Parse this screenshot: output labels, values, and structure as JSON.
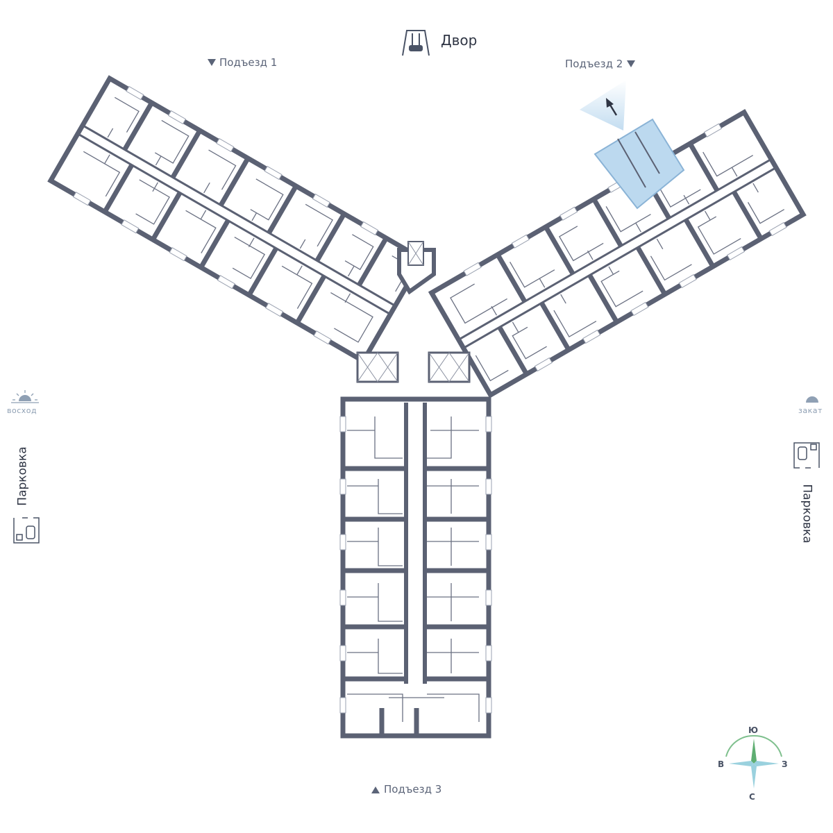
{
  "labels": {
    "yard": "Двор",
    "entrance_1": "Подъезд 1",
    "entrance_2": "Подъезд 2",
    "entrance_3": "Подъезд 3",
    "sunrise": "восход",
    "sunset": "закат",
    "parking_left": "Парковка",
    "parking_right": "Парковка"
  },
  "compass": {
    "north": "Ю",
    "south": "С",
    "west": "В",
    "east": "З"
  },
  "icons": {
    "yard": "swing-icon",
    "sunrise": "sunrise-icon",
    "sunset": "sunset-icon",
    "parking": "parking-icon",
    "view": "view-direction-arrow-icon",
    "compass": "compass-rose-icon"
  },
  "colors": {
    "wall": "#5b6173",
    "highlight": "#bcd9ef",
    "highlight_stroke": "#8ab3d6",
    "compass_green": "#7fc08e",
    "compass_blue": "#9ad1de"
  },
  "selected_unit": "Подъезд 2"
}
